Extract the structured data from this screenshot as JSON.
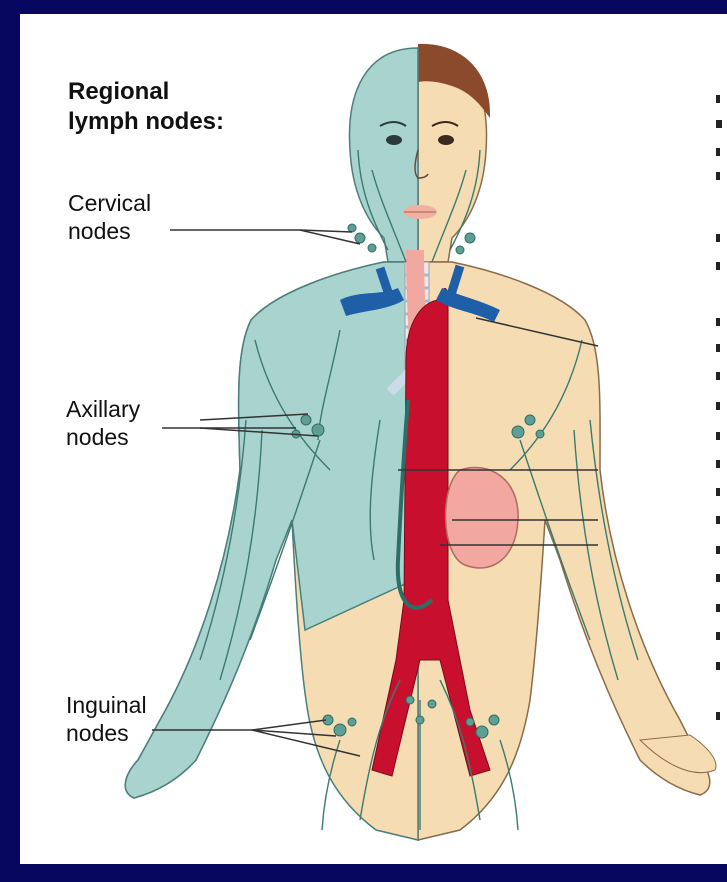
{
  "diagram": {
    "heading_line1": "Regional",
    "heading_line2": "lymph nodes:",
    "labels": {
      "cervical_line1": "Cervical",
      "cervical_line2": "nodes",
      "axillary_line1": "Axillary",
      "axillary_line2": "nodes",
      "inguinal_line1": "Inguinal",
      "inguinal_line2": "nodes"
    }
  },
  "colors": {
    "background_border": "#07075f",
    "panel": "#ffffff",
    "lymph_side": "#a9d3cf",
    "skin": "#f6dcb3",
    "hair": "#8b4a2b",
    "artery": "#c8102e",
    "vein_blue": "#1f5fa8",
    "spleen": "#f2a7a0",
    "vessels": "#2c6f66"
  }
}
